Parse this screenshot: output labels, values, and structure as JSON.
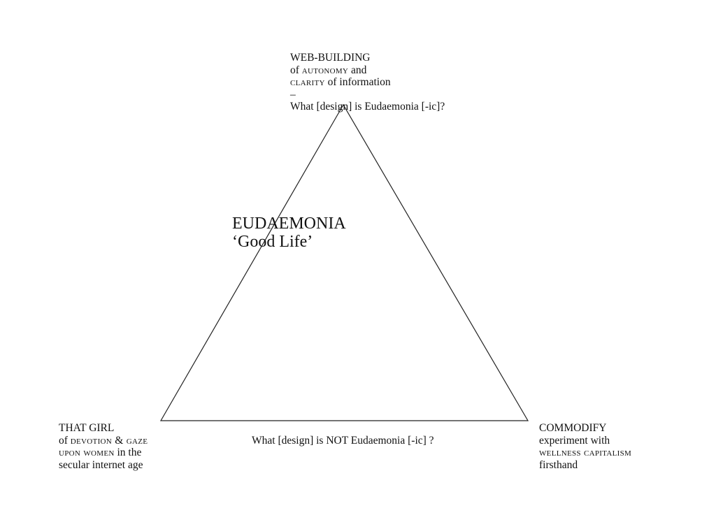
{
  "diagram": {
    "line_color": "#222222",
    "top_vertex": {
      "heading": "WEB-BUILDING",
      "line2_pre": "of ",
      "line2_sc": "autonomy",
      "line2_post": " and",
      "line3_sc": "clarity",
      "line3_post": " of information",
      "dash": "–",
      "question": "What [design] is Eudaemonia [-ic]?"
    },
    "left_vertex": {
      "heading": "THAT GIRL",
      "line2_pre": "of ",
      "line2_sc": "devotion & gaze",
      "line3_sc": "upon women",
      "line3_post": " in the",
      "line4": "secular internet age"
    },
    "right_vertex": {
      "heading": "COMMODIFY",
      "line2": "experiment with",
      "line3_sc": "wellness capitalism",
      "line4": "firsthand"
    },
    "center": {
      "title": "EUDAEMONIA",
      "subtitle": "‘Good Life’"
    },
    "bottom_question": "What [design] is NOT Eudaemonia [-ic] ?"
  }
}
